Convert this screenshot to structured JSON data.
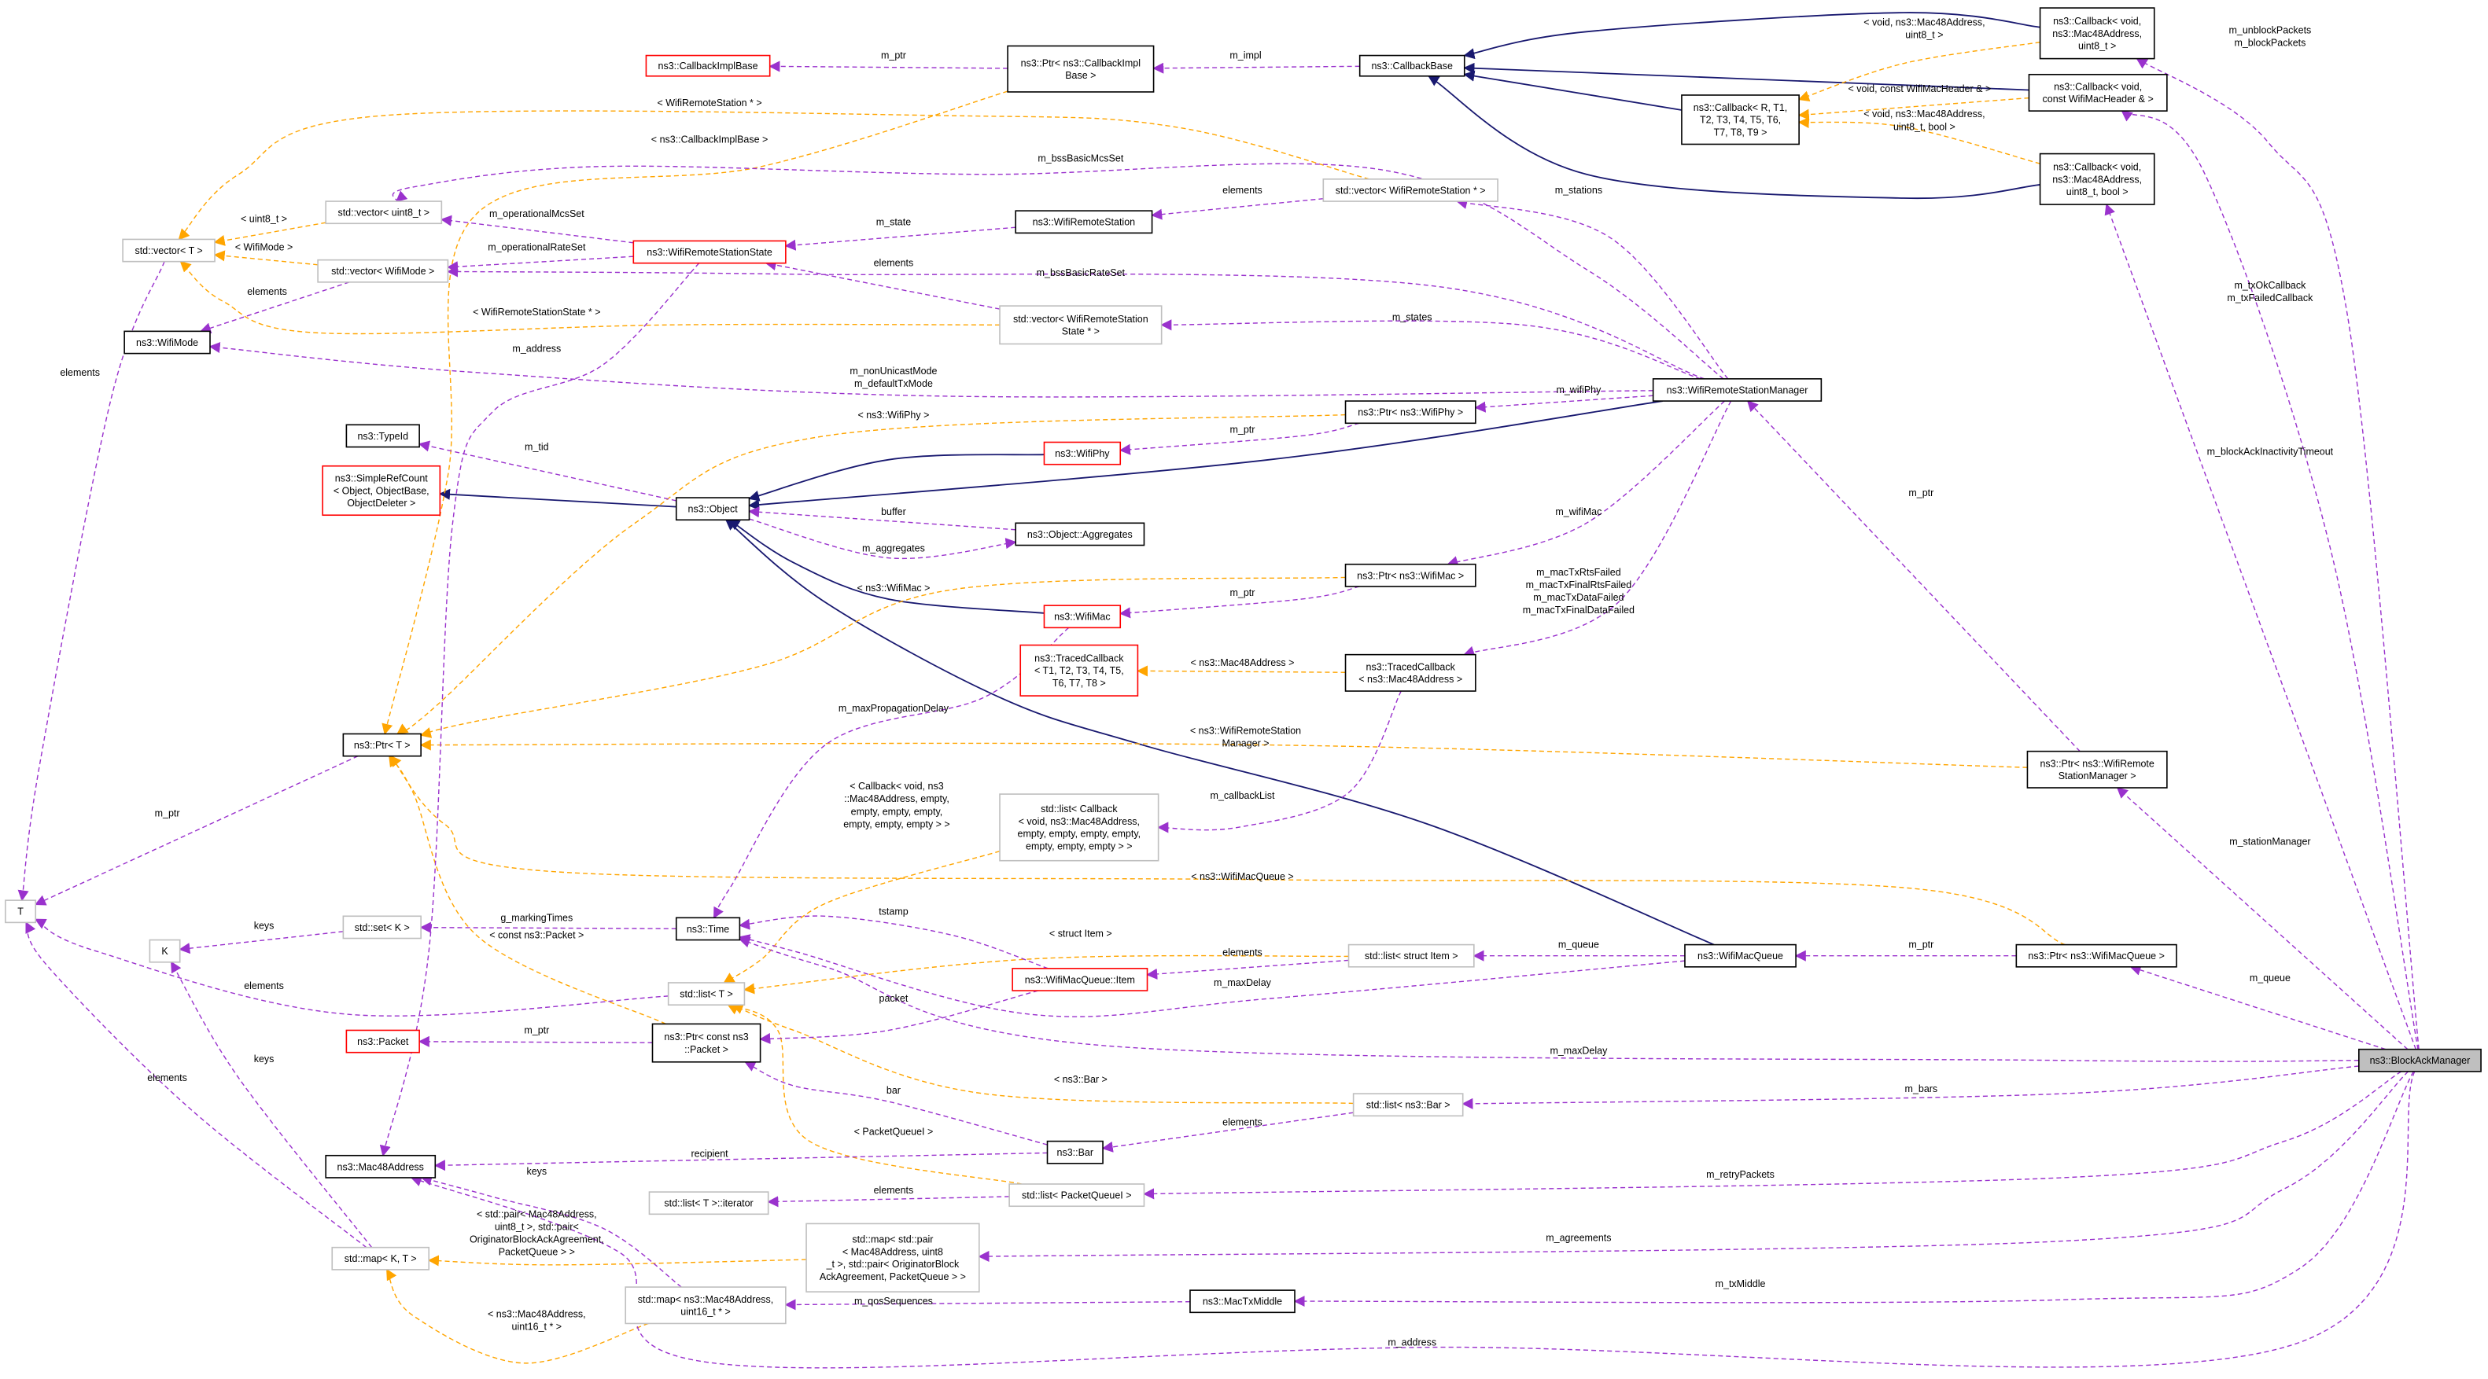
{
  "colors": {
    "usage": "#9a32cd",
    "template": "#ffa500",
    "inherit": "#191970",
    "documented": "#000000",
    "undocumented_red": "#ff0000",
    "external": "#bfbfbf",
    "focus_fill": "#bfbfbf"
  },
  "nodes": [
    {
      "id": "CallbackImplBase",
      "lines": [
        "ns3::CallbackImplBase"
      ],
      "border": "#ff0000"
    },
    {
      "id": "PtrCallbackImpl",
      "lines": [
        "ns3::Ptr< ns3::CallbackImpl",
        "Base >"
      ],
      "border": "#000000"
    },
    {
      "id": "CallbackBase",
      "lines": [
        "ns3::CallbackBase"
      ],
      "border": "#000000"
    },
    {
      "id": "CbMacU8",
      "lines": [
        "ns3::Callback< void,",
        "ns3::Mac48Address,",
        "uint8_t >"
      ],
      "border": "#000000"
    },
    {
      "id": "CbR",
      "lines": [
        "ns3::Callback< R, T1,",
        "T2, T3, T4, T5, T6,",
        "T7, T8, T9 >"
      ],
      "border": "#000000"
    },
    {
      "id": "CbHdr",
      "lines": [
        "ns3::Callback< void,",
        "const WifiMacHeader & >"
      ],
      "border": "#000000"
    },
    {
      "id": "CbMacU8Bool",
      "lines": [
        "ns3::Callback< void,",
        "ns3::Mac48Address,",
        "uint8_t, bool >"
      ],
      "border": "#000000"
    },
    {
      "id": "VecWRS",
      "lines": [
        "std::vector< WifiRemoteStation * >"
      ],
      "border": "#bfbfbf"
    },
    {
      "id": "VecU8",
      "lines": [
        "std::vector< uint8_t >"
      ],
      "border": "#bfbfbf"
    },
    {
      "id": "VecT",
      "lines": [
        "std::vector< T >"
      ],
      "border": "#bfbfbf"
    },
    {
      "id": "WRS",
      "lines": [
        "ns3::WifiRemoteStation"
      ],
      "border": "#000000"
    },
    {
      "id": "WRSState",
      "lines": [
        "ns3::WifiRemoteStationState"
      ],
      "border": "#ff0000"
    },
    {
      "id": "VecWifiMode",
      "lines": [
        "std::vector< WifiMode >"
      ],
      "border": "#bfbfbf"
    },
    {
      "id": "VecWRSS",
      "lines": [
        "std::vector< WifiRemoteStation",
        "State * >"
      ],
      "border": "#bfbfbf"
    },
    {
      "id": "WifiMode",
      "lines": [
        "ns3::WifiMode"
      ],
      "border": "#000000"
    },
    {
      "id": "WRSM",
      "lines": [
        "ns3::WifiRemoteStationManager"
      ],
      "border": "#000000"
    },
    {
      "id": "TypeId",
      "lines": [
        "ns3::TypeId"
      ],
      "border": "#000000"
    },
    {
      "id": "PtrWifiPhy",
      "lines": [
        "ns3::Ptr< ns3::WifiPhy >"
      ],
      "border": "#000000"
    },
    {
      "id": "WifiPhy",
      "lines": [
        "ns3::WifiPhy"
      ],
      "border": "#ff0000"
    },
    {
      "id": "SimpleRefCount",
      "lines": [
        "ns3::SimpleRefCount",
        "< Object, ObjectBase,",
        "ObjectDeleter >"
      ],
      "border": "#ff0000"
    },
    {
      "id": "Object",
      "lines": [
        "ns3::Object"
      ],
      "border": "#000000"
    },
    {
      "id": "Aggregates",
      "lines": [
        "ns3::Object::Aggregates"
      ],
      "border": "#000000"
    },
    {
      "id": "PtrWifiMac",
      "lines": [
        "ns3::Ptr< ns3::WifiMac >"
      ],
      "border": "#000000"
    },
    {
      "id": "WifiMac",
      "lines": [
        "ns3::WifiMac"
      ],
      "border": "#ff0000"
    },
    {
      "id": "TracedCbT",
      "lines": [
        "ns3::TracedCallback",
        "< T1, T2, T3, T4, T5,",
        "T6, T7, T8 >"
      ],
      "border": "#ff0000"
    },
    {
      "id": "TracedCbMac",
      "lines": [
        "ns3::TracedCallback",
        "< ns3::Mac48Address >"
      ],
      "border": "#000000"
    },
    {
      "id": "PtrT",
      "lines": [
        "ns3::Ptr< T >"
      ],
      "border": "#000000"
    },
    {
      "id": "PtrWRSM",
      "lines": [
        "ns3::Ptr< ns3::WifiRemote",
        "StationManager >"
      ],
      "border": "#000000"
    },
    {
      "id": "ListCallback",
      "lines": [
        "std::list< Callback",
        "< void, ns3::Mac48Address,",
        "empty, empty, empty, empty,",
        "empty, empty, empty > >"
      ],
      "border": "#bfbfbf"
    },
    {
      "id": "T",
      "lines": [
        "T"
      ],
      "border": "#bfbfbf"
    },
    {
      "id": "SetK",
      "lines": [
        "std::set< K >"
      ],
      "border": "#bfbfbf"
    },
    {
      "id": "K",
      "lines": [
        "K"
      ],
      "border": "#bfbfbf"
    },
    {
      "id": "Time",
      "lines": [
        "ns3::Time"
      ],
      "border": "#000000"
    },
    {
      "id": "Item",
      "lines": [
        "ns3::WifiMacQueue::Item"
      ],
      "border": "#ff0000"
    },
    {
      "id": "ListItem",
      "lines": [
        "std::list< struct Item >"
      ],
      "border": "#bfbfbf"
    },
    {
      "id": "WifiMacQueue",
      "lines": [
        "ns3::WifiMacQueue"
      ],
      "border": "#000000"
    },
    {
      "id": "PtrWifiMacQueue",
      "lines": [
        "ns3::Ptr< ns3::WifiMacQueue >"
      ],
      "border": "#000000"
    },
    {
      "id": "ListT",
      "lines": [
        "std::list< T >"
      ],
      "border": "#bfbfbf"
    },
    {
      "id": "Packet",
      "lines": [
        "ns3::Packet"
      ],
      "border": "#ff0000"
    },
    {
      "id": "PtrPacket",
      "lines": [
        "ns3::Ptr< const ns3",
        "::Packet >"
      ],
      "border": "#000000"
    },
    {
      "id": "BlockAckManager",
      "lines": [
        "ns3::BlockAckManager"
      ],
      "border": "#000000",
      "fill": "#bfbfbf"
    },
    {
      "id": "ListBar",
      "lines": [
        "std::list< ns3::Bar >"
      ],
      "border": "#bfbfbf"
    },
    {
      "id": "Bar",
      "lines": [
        "ns3::Bar"
      ],
      "border": "#000000"
    },
    {
      "id": "Mac48",
      "lines": [
        "ns3::Mac48Address"
      ],
      "border": "#000000"
    },
    {
      "id": "ListTIter",
      "lines": [
        "std::list< T >::iterator"
      ],
      "border": "#bfbfbf"
    },
    {
      "id": "ListPQ",
      "lines": [
        "std::list< PacketQueueI >"
      ],
      "border": "#bfbfbf"
    },
    {
      "id": "MapPair",
      "lines": [
        "std::map< std::pair",
        "< Mac48Address, uint8",
        "_t >, std::pair< OriginatorBlock",
        "AckAgreement, PacketQueue > >"
      ],
      "border": "#bfbfbf"
    },
    {
      "id": "MapKT",
      "lines": [
        "std::map< K, T >"
      ],
      "border": "#bfbfbf"
    },
    {
      "id": "MapMacU16",
      "lines": [
        "std::map< ns3::Mac48Address,",
        "uint16_t * >"
      ],
      "border": "#bfbfbf"
    },
    {
      "id": "MacTxMiddle",
      "lines": [
        "ns3::MacTxMiddle"
      ],
      "border": "#000000"
    }
  ],
  "edges": [
    {
      "from": "CbMacU8",
      "to": "CallbackBase",
      "kind": "inherit",
      "label": []
    },
    {
      "from": "CbHdr",
      "to": "CallbackBase",
      "kind": "inherit",
      "label": []
    },
    {
      "from": "CbR",
      "to": "CallbackBase",
      "kind": "inherit",
      "label": []
    },
    {
      "from": "CbMacU8Bool",
      "to": "CallbackBase",
      "kind": "inherit",
      "label": []
    },
    {
      "from": "WifiPhy",
      "to": "Object",
      "kind": "inherit",
      "label": []
    },
    {
      "from": "WRSM",
      "to": "Object",
      "kind": "inherit",
      "label": []
    },
    {
      "from": "WifiMac",
      "to": "Object",
      "kind": "inherit",
      "label": []
    },
    {
      "from": "WifiMacQueue",
      "to": "Object",
      "kind": "inherit",
      "label": []
    },
    {
      "from": "Object",
      "to": "SimpleRefCount",
      "kind": "inherit",
      "label": []
    },
    {
      "from": "CbMacU8",
      "to": "CbR",
      "kind": "template",
      "label": [
        "< void, ns3::Mac48Address,",
        "uint8_t >"
      ]
    },
    {
      "from": "CbHdr",
      "to": "CbR",
      "kind": "template",
      "label": [
        "< void, const WifiMacHeader & >"
      ]
    },
    {
      "from": "CbMacU8Bool",
      "to": "CbR",
      "kind": "template",
      "label": [
        "< void, ns3::Mac48Address,",
        "uint8_t, bool >"
      ]
    },
    {
      "from": "PtrCallbackImpl",
      "to": "PtrT",
      "kind": "template",
      "label": [
        "< ns3::CallbackImplBase >"
      ]
    },
    {
      "from": "VecWRS",
      "to": "VecT",
      "kind": "template",
      "label": [
        "< WifiRemoteStation * >"
      ]
    },
    {
      "from": "VecU8",
      "to": "VecT",
      "kind": "template",
      "label": [
        "< uint8_t >"
      ]
    },
    {
      "from": "VecWifiMode",
      "to": "VecT",
      "kind": "template",
      "label": [
        "< WifiMode >"
      ]
    },
    {
      "from": "VecWRSS",
      "to": "VecT",
      "kind": "template",
      "label": [
        "< WifiRemoteStationState * >"
      ]
    },
    {
      "from": "PtrWifiPhy",
      "to": "PtrT",
      "kind": "template",
      "label": [
        "< ns3::WifiPhy >"
      ]
    },
    {
      "from": "PtrWifiMac",
      "to": "PtrT",
      "kind": "template",
      "label": [
        "< ns3::WifiMac >"
      ]
    },
    {
      "from": "TracedCbMac",
      "to": "TracedCbT",
      "kind": "template",
      "label": [
        "< ns3::Mac48Address >"
      ]
    },
    {
      "from": "PtrWRSM",
      "to": "PtrT",
      "kind": "template",
      "label": [
        "< ns3::WifiRemoteStation",
        "Manager >"
      ]
    },
    {
      "from": "PtrWifiMacQueue",
      "to": "PtrT",
      "kind": "template",
      "label": [
        "< ns3::WifiMacQueue >"
      ]
    },
    {
      "from": "ListCallback",
      "to": "ListT",
      "kind": "template",
      "label": [
        "< Callback< void, ns3",
        "::Mac48Address, empty,",
        "empty, empty, empty,",
        "empty, empty, empty > >"
      ]
    },
    {
      "from": "ListItem",
      "to": "ListT",
      "kind": "template",
      "label": [
        "< struct Item >"
      ]
    },
    {
      "from": "PtrPacket",
      "to": "PtrT",
      "kind": "template",
      "label": [
        "< const ns3::Packet >"
      ]
    },
    {
      "from": "ListBar",
      "to": "ListT",
      "kind": "template",
      "label": [
        "< ns3::Bar >"
      ]
    },
    {
      "from": "ListPQ",
      "to": "ListT",
      "kind": "template",
      "label": [
        "< PacketQueueI >"
      ]
    },
    {
      "from": "MapPair",
      "to": "MapKT",
      "kind": "template",
      "label": [
        "< std::pair< Mac48Address,",
        "uint8_t >, std::pair<",
        "OriginatorBlockAckAgreement,",
        "PacketQueue > >"
      ]
    },
    {
      "from": "MapMacU16",
      "to": "MapKT",
      "kind": "template",
      "label": [
        "< ns3::Mac48Address,",
        "uint16_t * >"
      ]
    },
    {
      "from": "PtrCallbackImpl",
      "to": "CallbackImplBase",
      "kind": "usage",
      "label": [
        "m_ptr"
      ]
    },
    {
      "from": "CallbackBase",
      "to": "PtrCallbackImpl",
      "kind": "usage",
      "label": [
        "m_impl"
      ]
    },
    {
      "from": "BlockAckManager",
      "to": "CbMacU8",
      "kind": "usage",
      "label": [
        "m_unblockPackets",
        "m_blockPackets"
      ]
    },
    {
      "from": "BlockAckManager",
      "to": "CbHdr",
      "kind": "usage",
      "label": [
        "m_txOkCallback",
        "m_txFailedCallback"
      ]
    },
    {
      "from": "BlockAckManager",
      "to": "CbMacU8Bool",
      "kind": "usage",
      "label": [
        "m_blockAckInactivityTimeout"
      ]
    },
    {
      "from": "VecWRS",
      "to": "WRS",
      "kind": "usage",
      "label": [
        "elements"
      ]
    },
    {
      "from": "WRSM",
      "to": "VecWRS",
      "kind": "usage",
      "label": [
        "m_stations"
      ]
    },
    {
      "from": "WRSM",
      "to": "VecU8",
      "kind": "usage",
      "label": [
        "m_bssBasicMcsSet"
      ]
    },
    {
      "from": "WRSState",
      "to": "VecU8",
      "kind": "usage",
      "label": [
        "m_operationalMcsSet"
      ]
    },
    {
      "from": "WRS",
      "to": "WRSState",
      "kind": "usage",
      "label": [
        "m_state"
      ]
    },
    {
      "from": "WRSState",
      "to": "VecWifiMode",
      "kind": "usage",
      "label": [
        "m_operationalRateSet"
      ]
    },
    {
      "from": "WRSM",
      "to": "VecWifiMode",
      "kind": "usage",
      "label": [
        "m_bssBasicRateSet"
      ]
    },
    {
      "from": "VecWRSS",
      "to": "WRSState",
      "kind": "usage",
      "label": [
        "elements"
      ]
    },
    {
      "from": "WRSM",
      "to": "VecWRSS",
      "kind": "usage",
      "label": [
        "m_states"
      ]
    },
    {
      "from": "VecWifiMode",
      "to": "WifiMode",
      "kind": "usage",
      "label": [
        "elements"
      ]
    },
    {
      "from": "WRSM",
      "to": "WifiMode",
      "kind": "usage",
      "label": [
        "m_nonUnicastMode",
        "m_defaultTxMode"
      ]
    },
    {
      "from": "VecT",
      "to": "T",
      "kind": "usage",
      "label": [
        "elements"
      ]
    },
    {
      "from": "WRSState",
      "to": "Mac48",
      "kind": "usage",
      "label": [
        "m_address"
      ]
    },
    {
      "from": "WRSM",
      "to": "PtrWifiPhy",
      "kind": "usage",
      "label": [
        "m_wifiPhy"
      ]
    },
    {
      "from": "PtrWifiPhy",
      "to": "WifiPhy",
      "kind": "usage",
      "label": [
        "m_ptr"
      ]
    },
    {
      "from": "Object",
      "to": "TypeId",
      "kind": "usage",
      "label": [
        "m_tid"
      ]
    },
    {
      "from": "Aggregates",
      "to": "Object",
      "kind": "usage",
      "label": [
        "buffer"
      ]
    },
    {
      "from": "Object",
      "to": "Aggregates",
      "kind": "usage",
      "label": [
        "m_aggregates"
      ]
    },
    {
      "from": "WRSM",
      "to": "PtrWifiMac",
      "kind": "usage",
      "label": [
        "m_wifiMac"
      ]
    },
    {
      "from": "PtrWifiMac",
      "to": "WifiMac",
      "kind": "usage",
      "label": [
        "m_ptr"
      ]
    },
    {
      "from": "WRSM",
      "to": "TracedCbMac",
      "kind": "usage",
      "label": [
        "m_macTxRtsFailed",
        "m_macTxFinalRtsFailed",
        "m_macTxDataFailed",
        "m_macTxFinalDataFailed"
      ]
    },
    {
      "from": "WifiMac",
      "to": "Time",
      "kind": "usage",
      "label": [
        "m_maxPropagationDelay"
      ]
    },
    {
      "from": "TracedCbMac",
      "to": "ListCallback",
      "kind": "usage",
      "label": [
        "m_callbackList"
      ]
    },
    {
      "from": "PtrWRSM",
      "to": "WRSM",
      "kind": "usage",
      "label": [
        "m_ptr"
      ]
    },
    {
      "from": "BlockAckManager",
      "to": "PtrWRSM",
      "kind": "usage",
      "label": [
        "m_stationManager"
      ]
    },
    {
      "from": "PtrT",
      "to": "T",
      "kind": "usage",
      "label": [
        "m_ptr"
      ]
    },
    {
      "from": "SetK",
      "to": "K",
      "kind": "usage",
      "label": [
        "keys"
      ]
    },
    {
      "from": "Time",
      "to": "SetK",
      "kind": "usage",
      "label": [
        "g_markingTimes"
      ]
    },
    {
      "from": "ListT",
      "to": "T",
      "kind": "usage",
      "label": [
        "elements"
      ]
    },
    {
      "from": "Item",
      "to": "Time",
      "kind": "usage",
      "label": [
        "tstamp"
      ]
    },
    {
      "from": "WifiMacQueue",
      "to": "Time",
      "kind": "usage",
      "label": [
        "m_maxDelay"
      ]
    },
    {
      "from": "Item",
      "to": "PtrPacket",
      "kind": "usage",
      "label": [
        "packet"
      ]
    },
    {
      "from": "ListItem",
      "to": "Item",
      "kind": "usage",
      "label": [
        "elements"
      ]
    },
    {
      "from": "WifiMacQueue",
      "to": "ListItem",
      "kind": "usage",
      "label": [
        "m_queue"
      ]
    },
    {
      "from": "PtrWifiMacQueue",
      "to": "WifiMacQueue",
      "kind": "usage",
      "label": [
        "m_ptr"
      ]
    },
    {
      "from": "BlockAckManager",
      "to": "PtrWifiMacQueue",
      "kind": "usage",
      "label": [
        "m_queue"
      ]
    },
    {
      "from": "BlockAckManager",
      "to": "Time",
      "kind": "usage",
      "label": [
        "m_maxDelay"
      ]
    },
    {
      "from": "PtrPacket",
      "to": "Packet",
      "kind": "usage",
      "label": [
        "m_ptr"
      ]
    },
    {
      "from": "Bar",
      "to": "PtrPacket",
      "kind": "usage",
      "label": [
        "bar"
      ]
    },
    {
      "from": "ListBar",
      "to": "Bar",
      "kind": "usage",
      "label": [
        "elements"
      ]
    },
    {
      "from": "BlockAckManager",
      "to": "ListBar",
      "kind": "usage",
      "label": [
        "m_bars"
      ]
    },
    {
      "from": "Bar",
      "to": "Mac48",
      "kind": "usage",
      "label": [
        "recipient"
      ]
    },
    {
      "from": "ListPQ",
      "to": "ListTIter",
      "kind": "usage",
      "label": [
        "elements"
      ]
    },
    {
      "from": "BlockAckManager",
      "to": "ListPQ",
      "kind": "usage",
      "label": [
        "m_retryPackets"
      ]
    },
    {
      "from": "BlockAckManager",
      "to": "MapPair",
      "kind": "usage",
      "label": [
        "m_agreements"
      ]
    },
    {
      "from": "MapKT",
      "to": "T",
      "kind": "usage",
      "label": [
        "elements"
      ]
    },
    {
      "from": "MapKT",
      "to": "K",
      "kind": "usage",
      "label": [
        "keys"
      ]
    },
    {
      "from": "MapMacU16",
      "to": "Mac48",
      "kind": "usage",
      "label": [
        "keys"
      ]
    },
    {
      "from": "MacTxMiddle",
      "to": "MapMacU16",
      "kind": "usage",
      "label": [
        "m_qosSequences"
      ]
    },
    {
      "from": "BlockAckManager",
      "to": "MacTxMiddle",
      "kind": "usage",
      "label": [
        "m_txMiddle"
      ]
    },
    {
      "from": "BlockAckManager",
      "to": "Mac48",
      "kind": "usage",
      "label": [
        "m_address"
      ]
    }
  ]
}
